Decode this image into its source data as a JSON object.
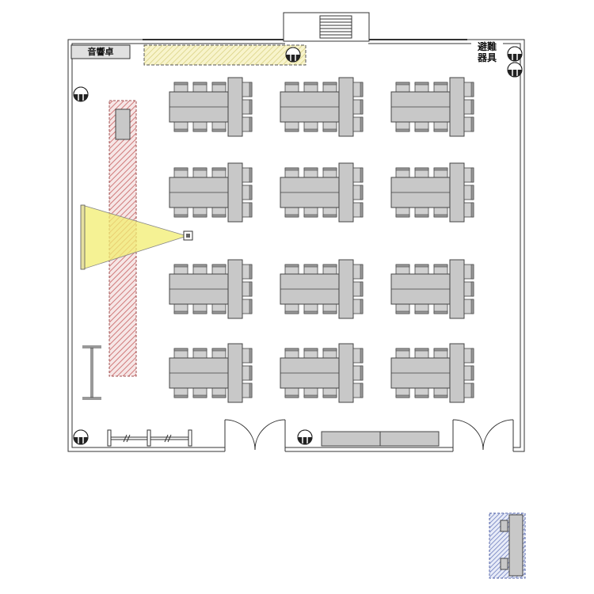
{
  "labels": {
    "audio_desk": "音響卓",
    "evac_line1": "避難",
    "evac_line2": "器具"
  },
  "colors": {
    "wall": "#333333",
    "furniture_fill": "#c8c8c8",
    "furniture_stroke": "#444444",
    "screen_hatch": "#d08080",
    "projection_beam": "#f0f070",
    "ceiling_zone": "#d8d890",
    "storage_hatch": "#7080c0"
  },
  "layout": {
    "table_group_columns": 3,
    "table_group_rows": 4,
    "emergency_lights": 5,
    "doors": 2,
    "double_door_entrances": 2
  },
  "icons": [
    "emergency-light-icon",
    "projector-icon",
    "door-icon",
    "stairs-icon",
    "stanchion-icon"
  ]
}
